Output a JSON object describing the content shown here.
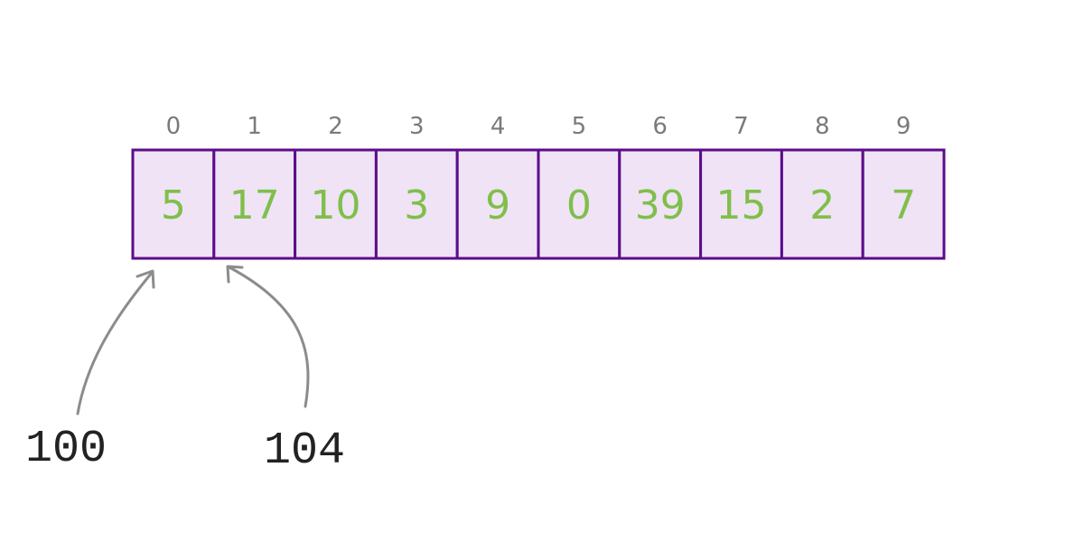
{
  "array": {
    "indices": [
      "0",
      "1",
      "2",
      "3",
      "4",
      "5",
      "6",
      "7",
      "8",
      "9"
    ],
    "values": [
      "5",
      "17",
      "10",
      "3",
      "9",
      "0",
      "39",
      "15",
      "2",
      "7"
    ]
  },
  "addresses": [
    {
      "label": "100",
      "points_to_index": 0
    },
    {
      "label": "104",
      "points_to_index": 1
    }
  ],
  "colors": {
    "cell_fill": "#efe3f5",
    "cell_border": "#5c0c8a",
    "value_text": "#7fbf4a",
    "index_text": "#7a7a7a",
    "arrow": "#8c8c8c",
    "address_text": "#222222"
  }
}
